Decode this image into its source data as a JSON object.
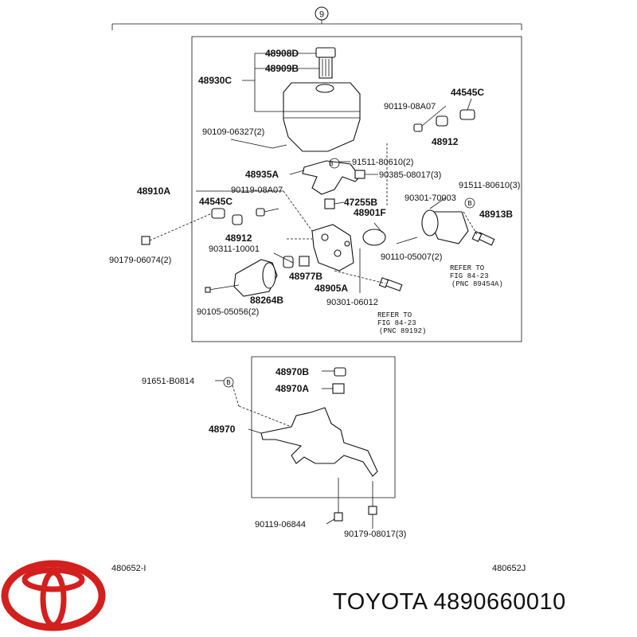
{
  "callout_top": "9",
  "labels": {
    "p48908D": "48908D",
    "p48909B": "48909B",
    "p48930C": "48930C",
    "p44545C_r": "44545C",
    "p90119_08A07_r": "90119-08A07",
    "p48912_r": "48912",
    "p90109_06327": "90109-06327(2)",
    "p91511_80610_2": "91511-80610(2)",
    "p48935A": "48935A",
    "p90385_08017": "90385-08017(3)",
    "p91511_80610_3": "91511-80610(3)",
    "p90119_08A07_l": "90119-08A07",
    "p48910A": "48910A",
    "p90301_70003": "90301-70003",
    "p44545C_l": "44545C",
    "p47255B": "47255B",
    "p48913B": "48913B",
    "p48901F": "48901F",
    "p48912_l": "48912",
    "p90179_06074": "90179-06074(2)",
    "p90311_10001": "90311-10001",
    "p90110_05007": "90110-05007(2)",
    "p48977B": "48977B",
    "p48905A": "48905A",
    "p88264B": "88264B",
    "p90301_06012": "90301-06012",
    "p90105_05056": "90105-05056(2)",
    "p91651_B0814": "91651-B0814",
    "p48970B": "48970B",
    "p48970A": "48970A",
    "p48970": "48970",
    "p90119_06844": "90119-06844",
    "p90179_08017": "90179-08017(3)"
  },
  "refer_right": {
    "line1": "REFER TO",
    "line2": "FIG 84-23",
    "line3": "(PNC 89454A)"
  },
  "refer_bottom": {
    "line1": "REFER TO",
    "line2": "FIG 84-23",
    "line3": "(PNC 89192)"
  },
  "badge_letter": "B",
  "code_left": "480652-I",
  "code_right": "480652J",
  "brand_text": "TOYOTA 4890660010",
  "colors": {
    "logo_red": "#d3201f",
    "ink": "#111111"
  }
}
